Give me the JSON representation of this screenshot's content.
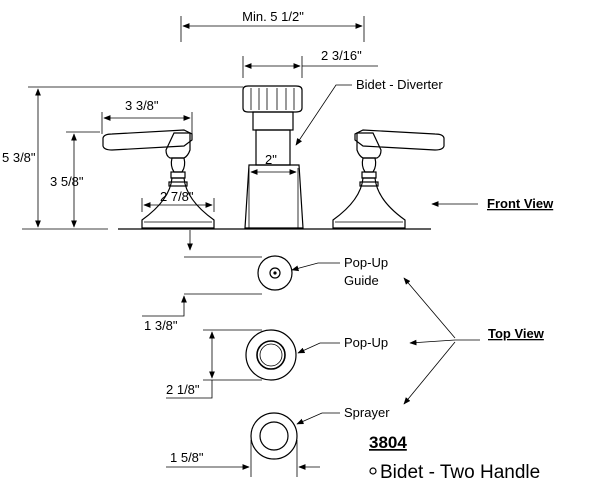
{
  "dimensions": {
    "min_spread": "Min. 5 1/2\"",
    "diverter_width": "2 3/16\"",
    "handle_length": "3 3/8\"",
    "overall_height": "5 3/8\"",
    "handle_height": "3 5/8\"",
    "base_width": "2 7/8\"",
    "stem_width": "2\"",
    "guide_height": "1 3/8\"",
    "popup_height": "2 1/8\"",
    "sprayer_width": "1 5/8\""
  },
  "callouts": {
    "bidet_diverter": "Bidet - Diverter",
    "popup_guide_line1": "Pop-Up",
    "popup_guide_line2": "Guide",
    "popup": "Pop-Up",
    "sprayer": "Sprayer"
  },
  "views": {
    "front": "Front View",
    "top": "Top View"
  },
  "model": {
    "number": "3804",
    "description": "Bidet - Two Handle"
  }
}
